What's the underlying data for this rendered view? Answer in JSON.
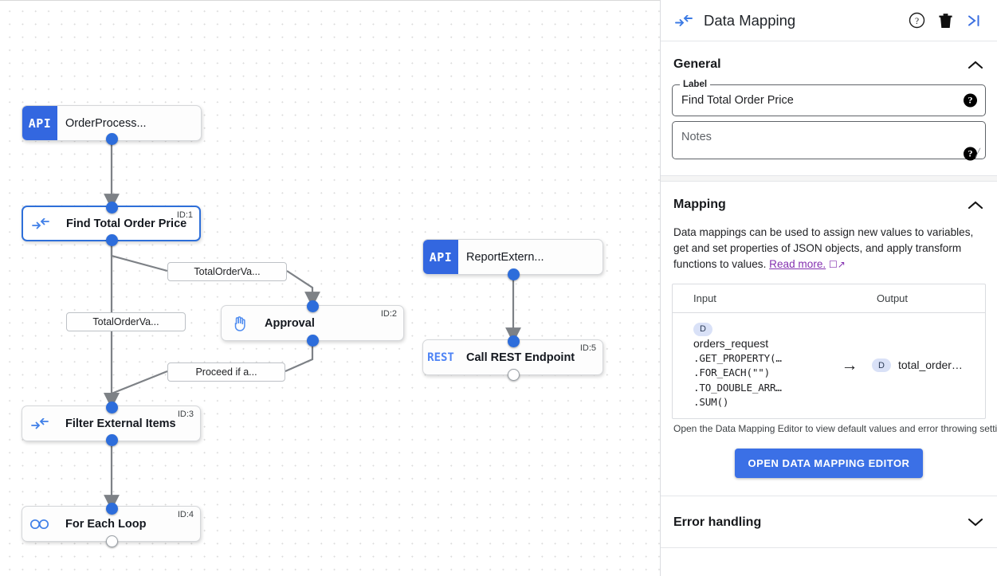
{
  "canvas": {
    "nodes": [
      {
        "id": "n0",
        "icon": "api-icon",
        "icon_text": "API",
        "title": "OrderProcess...",
        "id_label": ""
      },
      {
        "id": "n1",
        "icon": "data-mapping-icon",
        "icon_text": "→←",
        "title": "Find Total Order Price",
        "id_label": "ID:1"
      },
      {
        "id": "n2",
        "icon": "hand-approval-icon",
        "icon_text": "✋",
        "title": "Approval",
        "id_label": "ID:2"
      },
      {
        "id": "n3",
        "icon": "data-mapping-icon",
        "icon_text": "→←",
        "title": "Filter External Items",
        "id_label": "ID:3"
      },
      {
        "id": "n4",
        "icon": "loop-infinity-icon",
        "icon_text": "∞",
        "title": "For Each Loop",
        "id_label": "ID:4"
      },
      {
        "id": "n5",
        "icon": "api-icon",
        "icon_text": "API",
        "title": "ReportExtern...",
        "id_label": ""
      },
      {
        "id": "n6",
        "icon": "rest-icon",
        "icon_text": "REST",
        "title": "Call REST Endpoint",
        "id_label": "ID:5"
      }
    ],
    "edge_labels": [
      {
        "id": "e1",
        "text": "TotalOrderVa..."
      },
      {
        "id": "e2",
        "text": "TotalOrderVa..."
      },
      {
        "id": "e3",
        "text": "Proceed if a..."
      }
    ]
  },
  "panel": {
    "header": {
      "title": "Data Mapping",
      "help_icon": "help-circle-icon",
      "delete_icon": "trash-icon",
      "collapse_icon": "collapse-panel-icon"
    },
    "general": {
      "title": "General",
      "label_legend": "Label",
      "label_value": "Find Total Order Price",
      "notes_placeholder": "Notes",
      "notes_value": ""
    },
    "mapping": {
      "title": "Mapping",
      "description_part1": "Data mappings can be used to assign new values to variables, get and set properties of JSON objects, and apply transform functions to values. ",
      "read_more": "Read more.",
      "table": {
        "columns": [
          "Input",
          "Output"
        ],
        "rows": [
          {
            "input_badge": "D",
            "input_name": "orders_request",
            "input_chain": [
              ".GET_PROPERTY(…",
              ".FOR_EACH(\"\")",
              ".TO_DOUBLE_ARR…",
              ".SUM()"
            ],
            "arrow": "→",
            "output_badge": "D",
            "output_name": "total_order…"
          }
        ]
      },
      "note": "Open the Data Mapping Editor to view default values and error throwing settings.",
      "button": "OPEN DATA MAPPING EDITOR"
    },
    "error_handling": {
      "title": "Error handling"
    }
  },
  "colors": {
    "accent_blue": "#3b70e6",
    "node_api_blue": "#3367e0",
    "port_blue": "#2d6ddb",
    "link_purple": "#8431b0"
  }
}
